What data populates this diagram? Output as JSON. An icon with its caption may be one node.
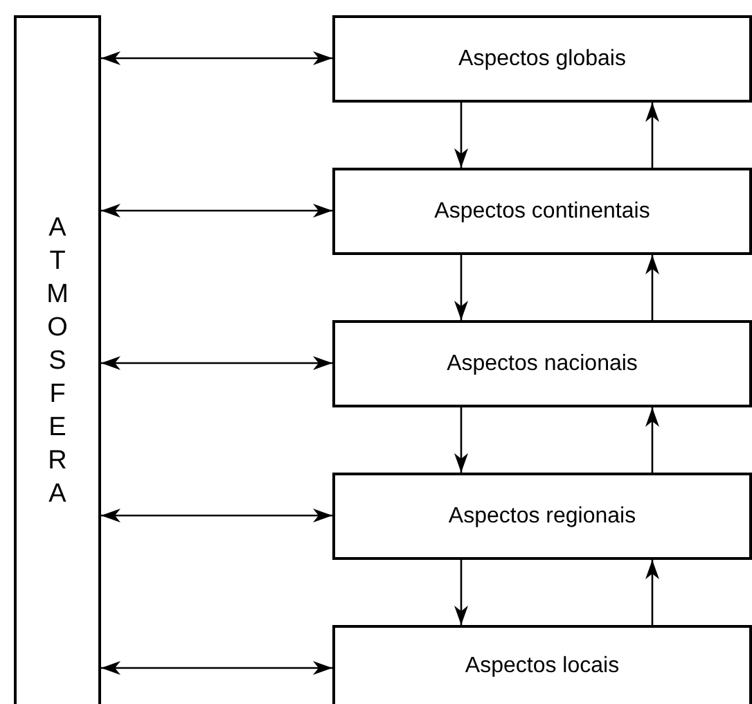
{
  "diagram": {
    "nodes": [
      {
        "text": [
          "ATMOSFERA"
        ]
      },
      {
        "text": [
          "Aspectos globais"
        ]
      },
      {
        "text": [
          "Aspectos continentais"
        ]
      },
      {
        "text": [
          "Aspectos nacionais"
        ]
      },
      {
        "text": [
          "Aspectos regionais"
        ]
      },
      {
        "text": [
          "Aspectos locais"
        ]
      }
    ],
    "edges": [
      {
        "from": 0,
        "to": 1,
        "arrow": "both"
      },
      {
        "from": 0,
        "to": 2,
        "arrow": "both"
      },
      {
        "from": 0,
        "to": 3,
        "arrow": "both"
      },
      {
        "from": 0,
        "to": 4,
        "arrow": "both"
      },
      {
        "from": 0,
        "to": 5,
        "arrow": "both"
      },
      {
        "from": 1,
        "to": 2,
        "arrow": "to"
      },
      {
        "from": 2,
        "to": 1,
        "arrow": "to"
      },
      {
        "from": 2,
        "to": 3,
        "arrow": "to"
      },
      {
        "from": 3,
        "to": 2,
        "arrow": "to"
      },
      {
        "from": 3,
        "to": 4,
        "arrow": "to"
      },
      {
        "from": 4,
        "to": 3,
        "arrow": "to"
      },
      {
        "from": 4,
        "to": 5,
        "arrow": "to"
      },
      {
        "from": 5,
        "to": 4,
        "arrow": "to"
      }
    ]
  }
}
